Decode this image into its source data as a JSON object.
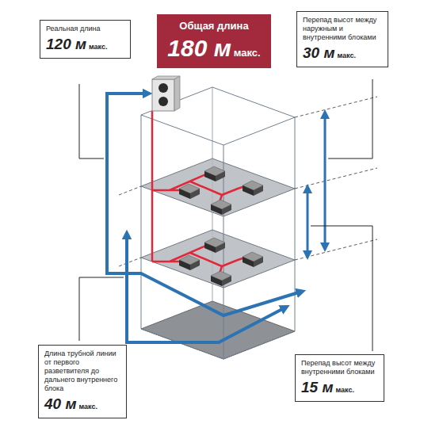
{
  "diagram": {
    "nodes": [
      {
        "text": [
          "Реальная длина",
          "120 м",
          "макс."
        ]
      },
      {
        "text": [
          "Общая длина",
          "180 м",
          "макс."
        ]
      },
      {
        "text": [
          "Перепад высот между наружным и внутренними блоками",
          "30 м",
          "макс."
        ]
      },
      {
        "text": [
          "Длина трубной линии от первого разветвителя до дальнего внутреннего блока",
          "40 м",
          "макс."
        ]
      },
      {
        "text": [
          "Перепад высот между внутренними блоками",
          "15 м",
          "макс."
        ]
      }
    ]
  }
}
